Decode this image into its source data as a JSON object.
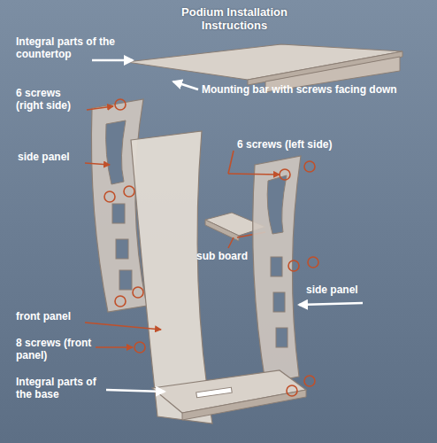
{
  "diagram": {
    "title": "Podium Installation Instructions",
    "labels": [
      "Integral parts of the countertop",
      "Mounting bar with screws facing down",
      "6 screws (right side)",
      "side panel",
      "6 screws (left side)",
      "sub board",
      "side panel",
      "front panel",
      "8 screws (front panel)",
      "Integral parts of the base"
    ]
  }
}
